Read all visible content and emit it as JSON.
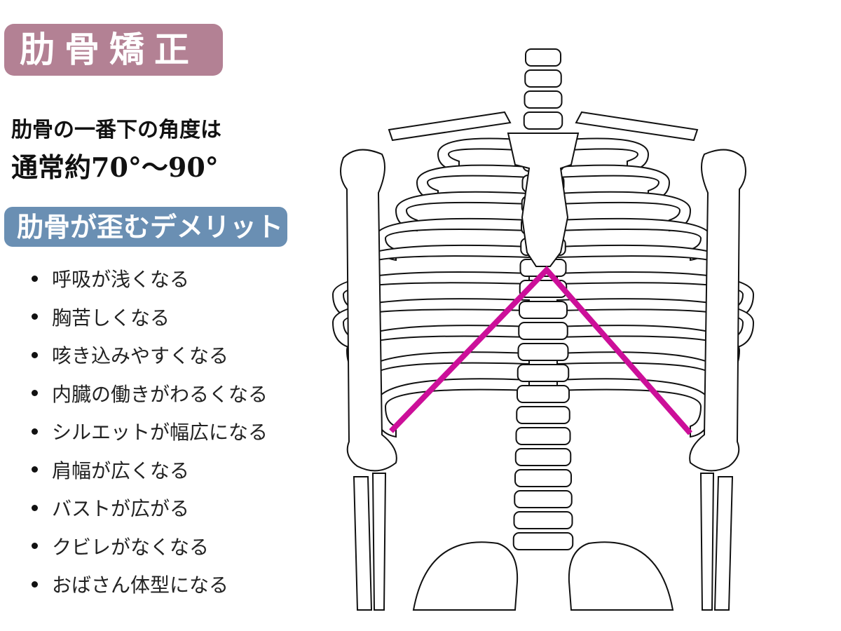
{
  "title": "肋骨矯正",
  "angle_text": {
    "line1": "肋骨の一番下の角度は",
    "line2": "通常約70°～90°"
  },
  "demerits": {
    "heading": "肋骨が歪むデメリット",
    "items": [
      "呼吸が浅くなる",
      "胸苦しくなる",
      "咳き込みやすくなる",
      "内臓の働きがわるくなる",
      "シルエットが幅広になる",
      "肩幅が広くなる",
      "バストが広がる",
      "クビレがなくなる",
      "おばさん体型になる"
    ]
  },
  "colors": {
    "title_bg": "#b38194",
    "heading_bg": "#6a8fb3",
    "angle_line": "#cc0f99"
  }
}
